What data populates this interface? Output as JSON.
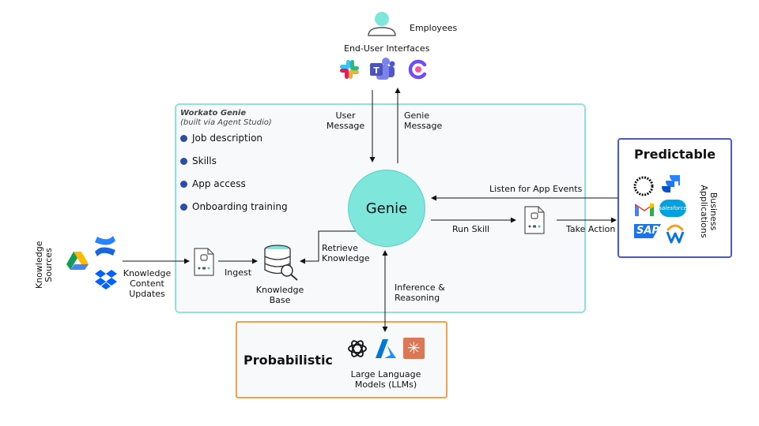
{
  "top": {
    "employees": "Employees",
    "end_user_interfaces": "End-User Interfaces"
  },
  "genie_box": {
    "title": "Workato Genie",
    "subtitle": "(built via Agent Studio)",
    "bullets": [
      "Job description",
      "Skills",
      "App access",
      "Onboarding training"
    ],
    "genie": "Genie"
  },
  "arrows": {
    "user_message_1": "User",
    "user_message_2": "Message",
    "genie_message_1": "Genie",
    "genie_message_2": "Message",
    "listen": "Listen for App Events",
    "run_skill": "Run Skill",
    "take_action": "Take Action",
    "retrieve_1": "Retrieve",
    "retrieve_2": "Knowledge",
    "ingest": "Ingest",
    "inference_1": "Inference &",
    "inference_2": "Reasoning"
  },
  "knowledge": {
    "sources_1": "Knowledge",
    "sources_2": "Sources",
    "updates_1": "Knowledge",
    "updates_2": "Content",
    "updates_3": "Updates",
    "base_1": "Knowledge",
    "base_2": "Base"
  },
  "predictable": {
    "title": "Predictable",
    "side_1": "Business",
    "side_2": "Applications",
    "salesforce": "salesforce",
    "sap": "SAP"
  },
  "probabilistic": {
    "title": "Probabilistic",
    "llm_1": "Large Language",
    "llm_2": "Models (LLMs)"
  },
  "colors": {
    "teal": "#7fe6dc",
    "blue_border": "#4b56d8",
    "orange_border": "#f3a14a",
    "bullet": "#2f4aa8"
  }
}
